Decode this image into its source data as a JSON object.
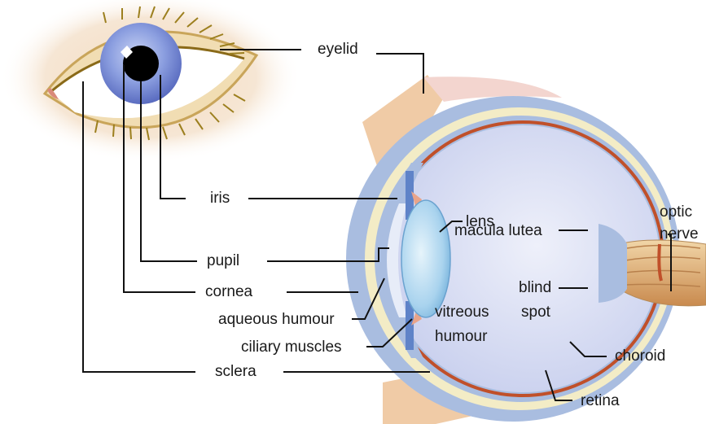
{
  "labels": {
    "eyelid": "eyelid",
    "iris": "iris",
    "pupil": "pupil",
    "cornea": "cornea",
    "aqueous_humour": "aqueous humour",
    "ciliary_muscles": "ciliary muscles",
    "sclera": "sclera",
    "lens": "lens",
    "macula_lutea": "macula lutea",
    "blind_spot_line1": "blind",
    "blind_spot_line2": "spot",
    "vitreous_line1": "vitreous",
    "vitreous_line2": "humour",
    "optic_line1": "optic",
    "optic_line2": "nerve",
    "choroid": "choroid",
    "retina": "retina"
  },
  "colors": {
    "sclera_blue": "#a9bde0",
    "sclera_cream": "#f3ecc6",
    "choroid_red": "#c0502a",
    "vitreous": "#dfe3f5",
    "lens": "#a8d2ee",
    "eyelid_skin": "#eed2b2",
    "iris_blue": "#7a8ed8",
    "pupil": "#000000",
    "lash": "#a88c20",
    "optic_tan": "#d8a774"
  }
}
